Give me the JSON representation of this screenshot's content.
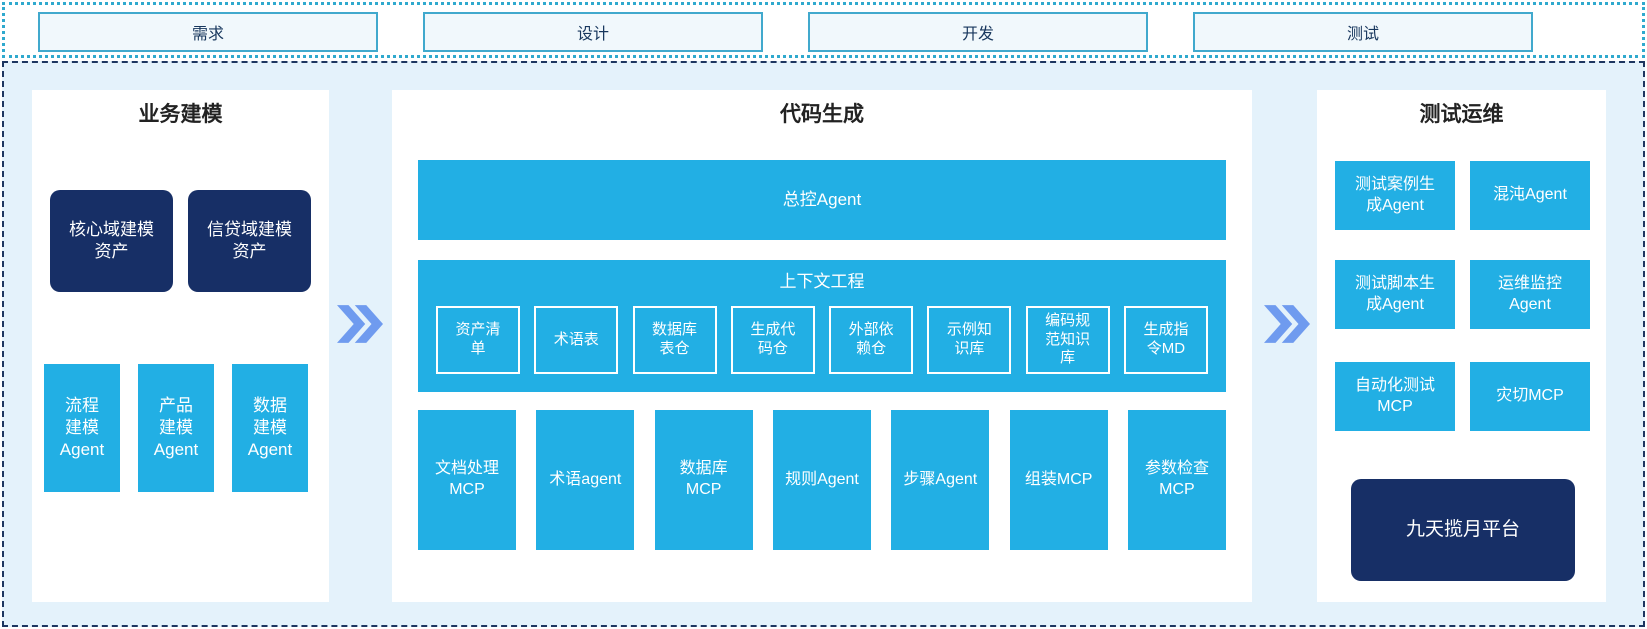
{
  "colors": {
    "accent_cyan": "#22AFE4",
    "navy": "#172F66",
    "chevron_blue": "#6F9BEF",
    "band_border_cyan": "#2FA9CE",
    "container_bg": "#E4F2FB",
    "dashed_border": "#1D3660"
  },
  "phases": [
    {
      "label": "需求"
    },
    {
      "label": "设计"
    },
    {
      "label": "开发"
    },
    {
      "label": "测试"
    }
  ],
  "left_panel": {
    "title": "业务建模",
    "assets": [
      {
        "label": "核心域建模\n资产"
      },
      {
        "label": "信贷域建模\n资产"
      }
    ],
    "agents": [
      {
        "label": "流程\n建模\nAgent"
      },
      {
        "label": "产品\n建模\nAgent"
      },
      {
        "label": "数据\n建模\nAgent"
      }
    ]
  },
  "middle_panel": {
    "title": "代码生成",
    "master_agent": "总控Agent",
    "context": {
      "title": "上下文工程",
      "items": [
        {
          "label": "资产清\n单"
        },
        {
          "label": "术语表"
        },
        {
          "label": "数据库\n表仓"
        },
        {
          "label": "生成代\n码仓"
        },
        {
          "label": "外部依\n赖仓"
        },
        {
          "label": "示例知\n识库"
        },
        {
          "label": "编码规\n范知识\n库"
        },
        {
          "label": "生成指\n令MD"
        }
      ]
    },
    "tools": [
      {
        "label": "文档处理\nMCP"
      },
      {
        "label": "术语agent"
      },
      {
        "label": "数据库\nMCP"
      },
      {
        "label": "规则Agent"
      },
      {
        "label": "步骤Agent"
      },
      {
        "label": "组装MCP"
      },
      {
        "label": "参数检查\nMCP"
      }
    ]
  },
  "right_panel": {
    "title": "测试运维",
    "boxes": [
      {
        "label": "测试案例生\n成Agent"
      },
      {
        "label": "混沌Agent"
      },
      {
        "label": "测试脚本生\n成Agent"
      },
      {
        "label": "运维监控\nAgent"
      },
      {
        "label": "自动化测试\nMCP"
      },
      {
        "label": "灾切MCP"
      }
    ],
    "platform": "九天揽月平台"
  }
}
